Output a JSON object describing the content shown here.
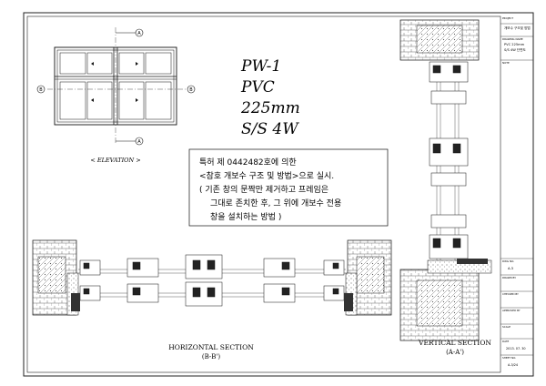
{
  "drawing": {
    "type_lines": [
      "PW-1",
      "PVC",
      "225mm",
      "S/S 4W"
    ],
    "elevation_label": "< ELEVATION >",
    "note_lines": [
      "특허 제 0442482호에 의한",
      "<참호 개보수 구조 및 방법>으로 실시.",
      "( 기존 창의 문짝만 제거하고 프레임은",
      "그대로 존치한 후, 그 위에 개보수 전용",
      "창을 설치하는 방법 )"
    ],
    "markers": {
      "top": "A",
      "bottom": "A",
      "left": "B",
      "right": "B"
    },
    "horizontal_section": {
      "title": "HORIZONTAL SECTION",
      "sub": "(B-B')"
    },
    "vertical_section": {
      "title": "VERTICAL SECTION",
      "sub": "(A-A')"
    }
  },
  "title_block": {
    "project_label": "PROJECT",
    "project_value": "개보수 구조및 방법",
    "drawing_name_label": "DRAWING NAME",
    "drawing_name_lines": [
      "PVC 225mm",
      "S/S 4W 단면도"
    ],
    "note_label": "NOTE",
    "drawing_no_label": "DWG NO.",
    "drawing_no_value": "A-3",
    "drawn_by_label": "DRAWN BY",
    "checked_by_label": "CHECKED BY",
    "approved_by_label": "APPROVED BY",
    "scale_label": "SCALE",
    "date_label": "DATE",
    "date_value": "2013. 07. 30",
    "sheet_label": "SHEET NO.",
    "sheet_value": "A-3/24"
  }
}
